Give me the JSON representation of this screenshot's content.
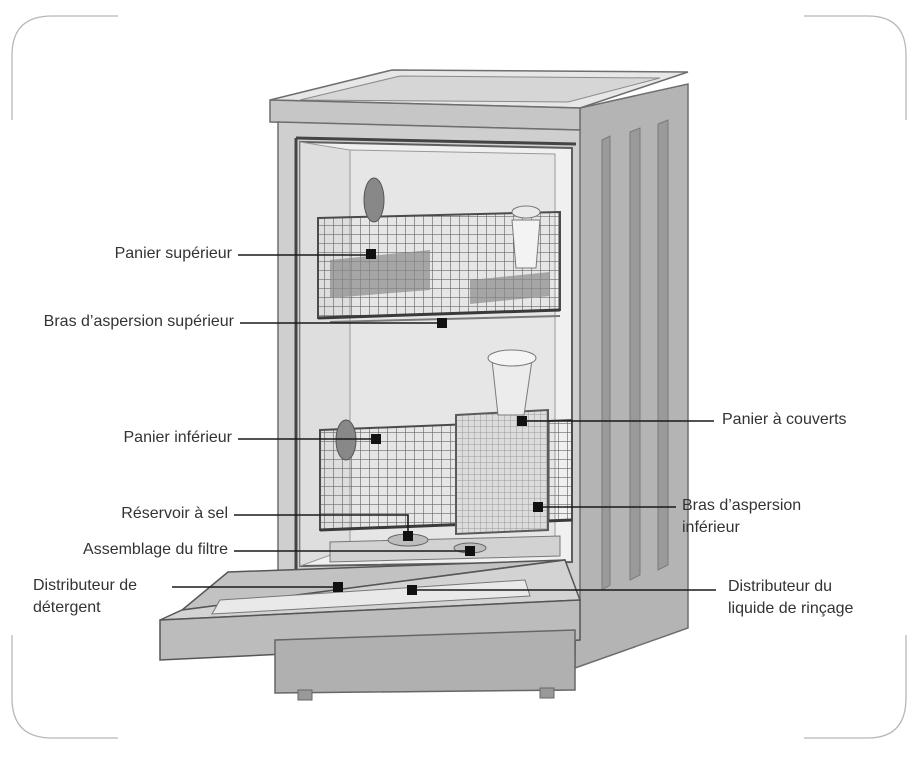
{
  "labels": {
    "panier_superieur": "Panier supérieur",
    "bras_aspersion_superieur": "Bras d’aspersion supérieur",
    "panier_inferieur": "Panier inférieur",
    "reservoir_sel": "Réservoir à sel",
    "assemblage_filtre": "Assemblage du filtre",
    "distributeur_detergent_1": "Distributeur de",
    "distributeur_detergent_2": "détergent",
    "panier_couverts": "Panier à couverts",
    "bras_aspersion_inferieur_1": "Bras d’aspersion",
    "bras_aspersion_inferieur_2": "inférieur",
    "distributeur_rincage_1": "Distributeur du",
    "distributeur_rincage_2": "liquide de rinçage"
  },
  "colors": {
    "frame": "#b8b8b8",
    "line": "#1a1a1a",
    "text": "#333333",
    "body_light": "#e2e2e2",
    "body_mid": "#bdbdbd",
    "body_dark": "#8e8e8e"
  }
}
